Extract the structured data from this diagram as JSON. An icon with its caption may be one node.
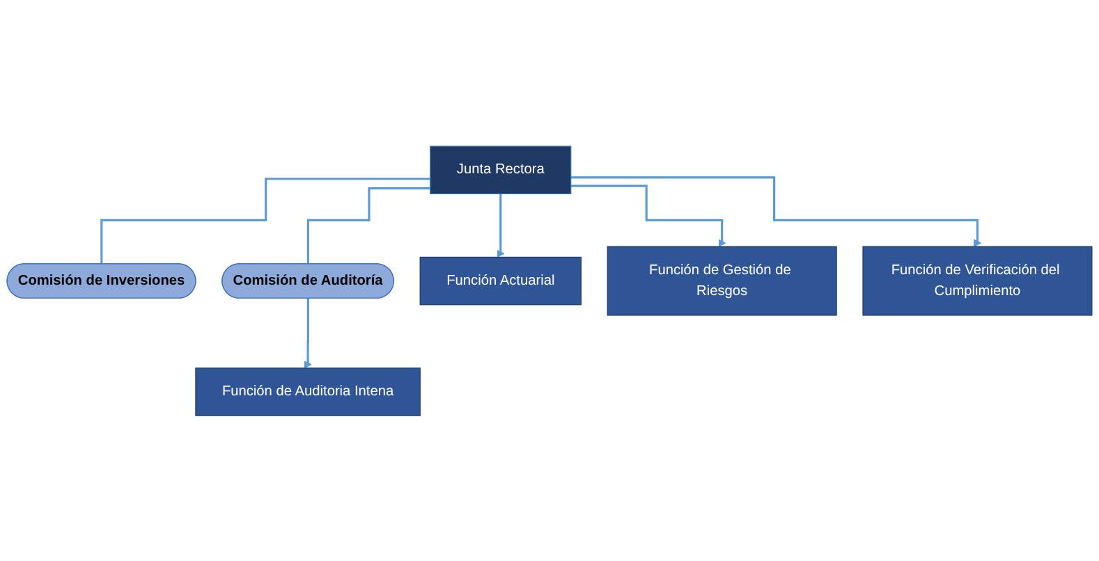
{
  "diagram": {
    "nodes": [
      {
        "text": [
          "Junta Rectora"
        ]
      },
      {
        "text": [
          "Comisión de Inversiones"
        ]
      },
      {
        "text": [
          "Comisión de Auditoría"
        ]
      },
      {
        "text": [
          "Función Actuarial"
        ]
      },
      {
        "text": [
          "Función de Gestión de Riesgos"
        ]
      },
      {
        "text": [
          "Función de Verificación del Cumplimiento"
        ]
      },
      {
        "text": [
          "Función de Auditoria Intena"
        ]
      }
    ],
    "edges": [
      {
        "from": 0,
        "to": 1,
        "arrow": "none"
      },
      {
        "from": 0,
        "to": 2,
        "arrow": "none"
      },
      {
        "from": 0,
        "to": 3,
        "arrow": "to"
      },
      {
        "from": 0,
        "to": 4,
        "arrow": "to"
      },
      {
        "from": 0,
        "to": 5,
        "arrow": "to"
      },
      {
        "from": 2,
        "to": 6,
        "arrow": "to"
      }
    ]
  }
}
